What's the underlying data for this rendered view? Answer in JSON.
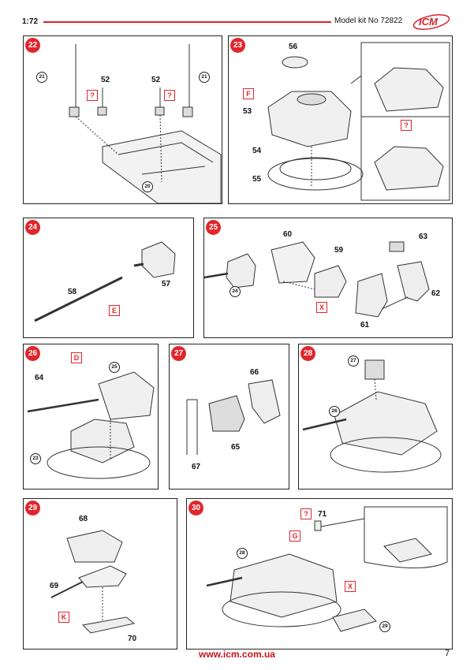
{
  "header": {
    "scale": "1:72",
    "kit": "Model kit No 72822",
    "logo_text": "ICM",
    "accent": "#e0262d"
  },
  "footer": {
    "url": "www.icm.com.ua",
    "page": "7"
  },
  "steps": {
    "s22": {
      "num": "22",
      "labels": [
        "52",
        "52"
      ],
      "circled": [
        "21",
        "21",
        "20"
      ],
      "boxes": [
        "?",
        "?"
      ]
    },
    "s23": {
      "num": "23",
      "labels": [
        "56",
        "53",
        "54",
        "55"
      ],
      "boxes": [
        "F",
        "?"
      ]
    },
    "s24": {
      "num": "24",
      "labels": [
        "58",
        "57"
      ],
      "boxes": [
        "E"
      ]
    },
    "s25": {
      "num": "25",
      "labels": [
        "60",
        "59",
        "63",
        "62",
        "61"
      ],
      "circled": [
        "24"
      ],
      "hazard": "X"
    },
    "s26": {
      "num": "26",
      "labels": [
        "64"
      ],
      "circled": [
        "25",
        "23"
      ],
      "boxes": [
        "D"
      ]
    },
    "s27": {
      "num": "27",
      "labels": [
        "66",
        "65",
        "67"
      ]
    },
    "s28": {
      "num": "28",
      "circled": [
        "27",
        "26"
      ]
    },
    "s29": {
      "num": "29",
      "labels": [
        "68",
        "69",
        "70"
      ],
      "boxes": [
        "K"
      ]
    },
    "s30": {
      "num": "30",
      "labels": [
        "71"
      ],
      "circled": [
        "28",
        "29"
      ],
      "boxes": [
        "?",
        "G"
      ],
      "hazard": "X"
    }
  }
}
